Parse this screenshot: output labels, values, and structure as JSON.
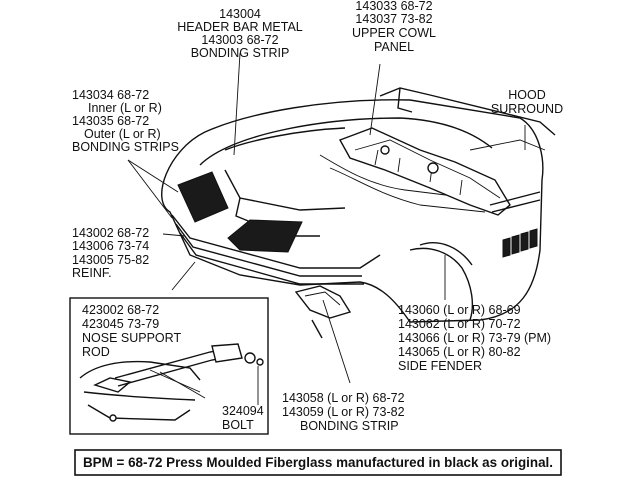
{
  "callouts": {
    "header_bar": [
      "143004",
      "HEADER BAR METAL",
      "143003  68-72",
      "BONDING STRIP"
    ],
    "upper_cowl": [
      "143033  68-72",
      "143037  73-82",
      "UPPER COWL",
      "PANEL"
    ],
    "hood_surround": [
      "HOOD",
      "SURROUND"
    ],
    "bonding_strips": [
      "143034  68-72",
      "Inner (L or R)",
      "143035  68-72",
      "Outer (L or R)",
      "BONDING STRIPS"
    ],
    "reinf": [
      "143002  68-72",
      "143006  73-74",
      "143005  75-82",
      "REINF."
    ],
    "nose_rod": [
      "423002  68-72",
      "423045  73-79",
      "NOSE SUPPORT",
      "ROD"
    ],
    "bolt": [
      "324094",
      "BOLT"
    ],
    "side_fender": [
      "143060 (L or R) 68-69",
      "143062 (L or R) 70-72",
      "143066 (L or R) 73-79 (PM)",
      "143065 (L or R) 80-82",
      "SIDE FENDER"
    ],
    "bottom_strip": [
      "143058  (L or R)  68-72",
      "143059  (L or R)  73-82",
      "BONDING STRIP"
    ]
  },
  "footer": "BPM = 68-72 Press Moulded Fiberglass manufactured in black as original."
}
